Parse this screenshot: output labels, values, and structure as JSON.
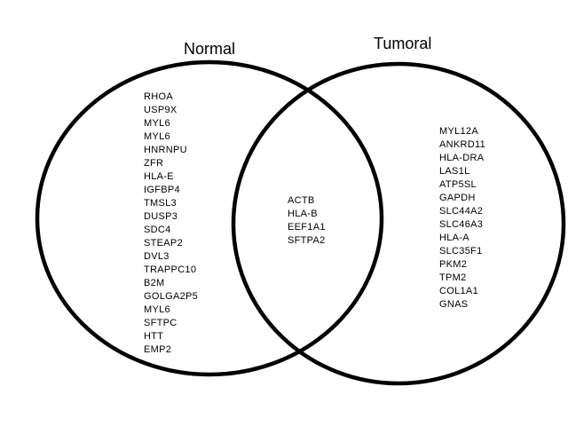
{
  "sets": {
    "normal": {
      "title": "Normal",
      "genes": [
        "RHOA",
        "USP9X",
        "MYL6",
        "MYL6",
        "HNRNPU",
        "ZFR",
        "HLA-E",
        "IGFBP4",
        "TMSL3",
        "DUSP3",
        "SDC4",
        "STEAP2",
        "DVL3",
        "TRAPPC10",
        "B2M",
        "GOLGA2P5",
        "MYL6",
        "SFTPC",
        "HTT",
        "EMP2"
      ]
    },
    "tumoral": {
      "title": "Tumoral",
      "genes": [
        "MYL12A",
        "ANKRD11",
        "HLA-DRA",
        "LAS1L",
        "ATP5SL",
        "GAPDH",
        "SLC44A2",
        "SLC46A3",
        "HLA-A",
        "SLC35F1",
        "PKM2",
        "TPM2",
        "COL1A1",
        "GNAS"
      ]
    },
    "intersection": {
      "genes": [
        "ACTB",
        "HLA-B",
        "EEF1A1",
        "SFTPA2"
      ]
    }
  },
  "style": {
    "circle_stroke": "#000000",
    "background": "#ffffff"
  }
}
